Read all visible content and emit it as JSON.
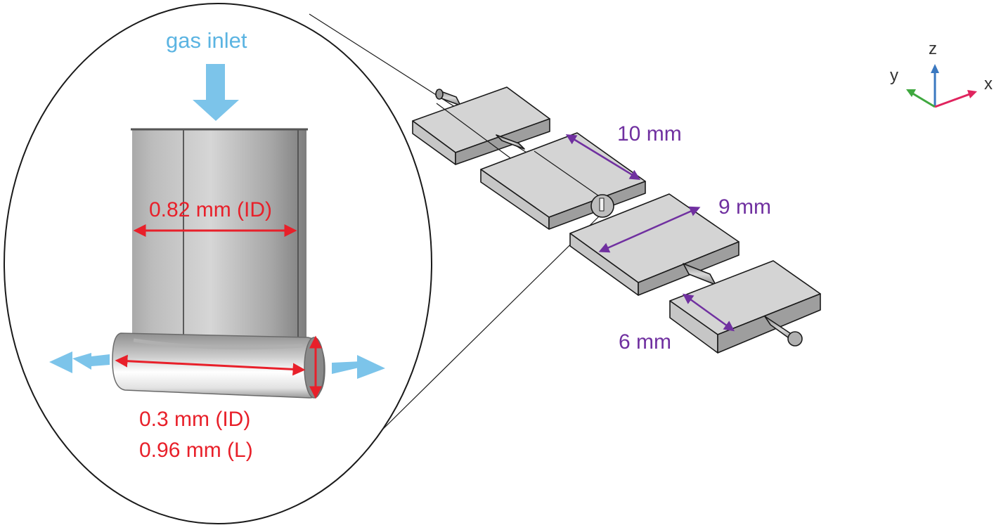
{
  "figure": {
    "title": "Microreactor geometry with zoomed inlet junction",
    "colors": {
      "flow_arrow": "#7cc4ea",
      "inlet_text": "#5bb4e2",
      "dimension_red": "#e8202a",
      "dimension_purple": "#7030a0",
      "metal_gray": "#c8c8c8",
      "outline": "#1a1a1a",
      "axis_x": "#e0245e",
      "axis_y": "#3fa83f",
      "axis_z": "#3a78c0"
    }
  },
  "zoom_view": {
    "inlet_label": "gas inlet",
    "inlet_diameter_label": "0.82 mm (ID)",
    "channel_diameter_label": "0.3 mm (ID)",
    "channel_length_label": "0.96 mm (L)"
  },
  "assembly": {
    "block_dimensions": [
      {
        "name": "block-2-width",
        "label": "10 mm"
      },
      {
        "name": "block-3-width",
        "label": "9 mm"
      },
      {
        "name": "block-4-width",
        "label": "6 mm"
      }
    ]
  },
  "axes_triad": {
    "x": "x",
    "y": "y",
    "z": "z"
  }
}
